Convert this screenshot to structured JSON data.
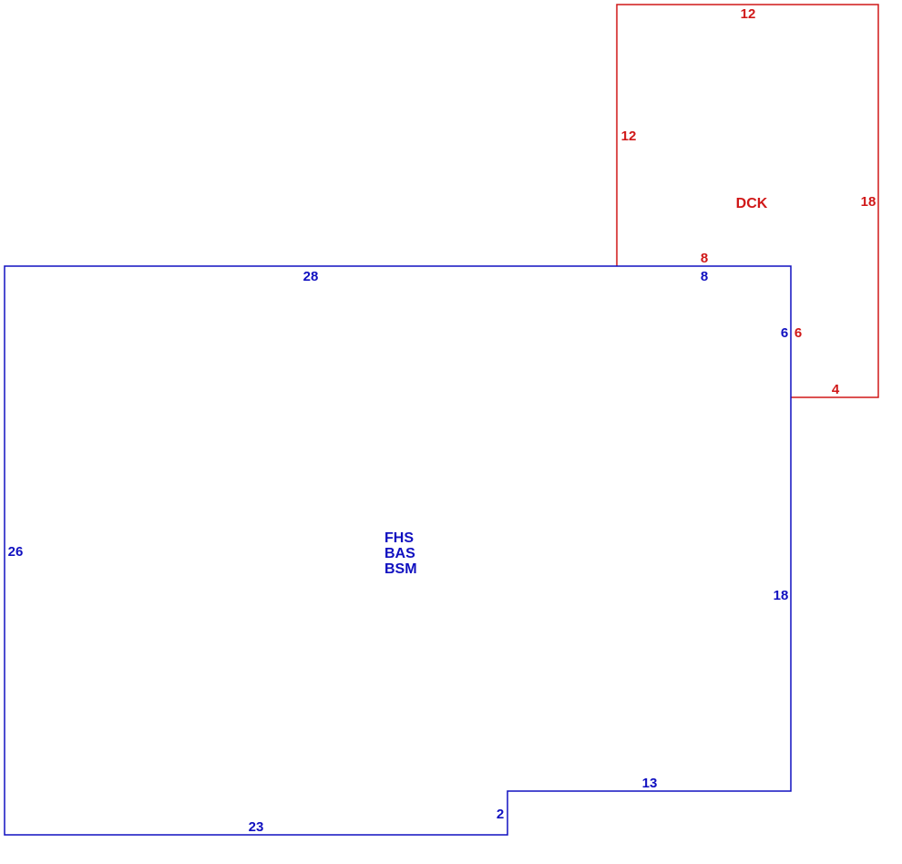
{
  "colors": {
    "main": "#1010c0",
    "deck": "#d01818",
    "background": "#ffffff"
  },
  "main_area": {
    "codes": [
      "FHS",
      "BAS",
      "BSM"
    ],
    "dims": {
      "top": "28",
      "top_right": "8",
      "right_upper": "6",
      "right_lower": "18",
      "step_top": "13",
      "step_side": "2",
      "bottom": "23",
      "left": "26"
    }
  },
  "deck_area": {
    "code": "DCK",
    "dims": {
      "top": "12",
      "left": "12",
      "right": "18",
      "bottom": "4",
      "shared_bottom": "8",
      "shared_side": "6"
    }
  }
}
